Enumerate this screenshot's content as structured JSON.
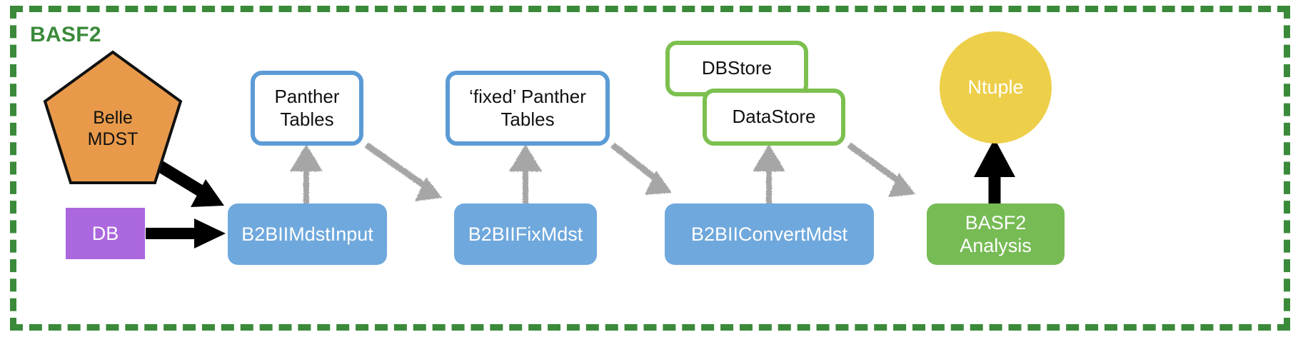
{
  "frame": {
    "title": "BASF2",
    "border_color": "#3a8a3a",
    "title_color": "#3a8a3a"
  },
  "nodes": {
    "belle_mdst": {
      "label": "Belle\nMDST",
      "shape": "pentagon",
      "fill": "#e89a4a",
      "stroke": "#111111",
      "text_color": "#111111"
    },
    "db": {
      "label": "DB",
      "shape": "rectangle",
      "fill": "#ab67de",
      "text_color": "#ffffff"
    },
    "panther_tables": {
      "label": "Panther\nTables",
      "shape": "rounded-outline",
      "stroke": "#5b9bd5",
      "fill": "#ffffff",
      "text_color": "#111111"
    },
    "fixed_panther_tables": {
      "label": "‘fixed’ Panther\nTables",
      "shape": "rounded-outline",
      "stroke": "#5b9bd5",
      "fill": "#ffffff",
      "text_color": "#111111"
    },
    "dbstore": {
      "label": "DBStore",
      "shape": "rounded-outline",
      "stroke": "#7cc04f",
      "fill": "#ffffff",
      "text_color": "#111111"
    },
    "datastore": {
      "label": "DataStore",
      "shape": "rounded-outline",
      "stroke": "#7cc04f",
      "fill": "#ffffff",
      "text_color": "#111111"
    },
    "ntuple": {
      "label": "Ntuple",
      "shape": "circle",
      "fill": "#edcf4a",
      "text_color": "#ffffff"
    },
    "mdst_input": {
      "label": "B2BIIMdstInput",
      "shape": "rounded-filled",
      "fill": "#6fa8dc",
      "text_color": "#ffffff"
    },
    "fix_mdst": {
      "label": "B2BIIFixMdst",
      "shape": "rounded-filled",
      "fill": "#6fa8dc",
      "text_color": "#ffffff"
    },
    "convert_mdst": {
      "label": "B2BIIConvertMdst",
      "shape": "rounded-filled",
      "fill": "#6fa8dc",
      "text_color": "#ffffff"
    },
    "basf2_analysis": {
      "label": "BASF2\nAnalysis",
      "shape": "rounded-filled",
      "fill": "#77bb55",
      "text_color": "#ffffff"
    }
  },
  "arrows": {
    "black_color": "#000000",
    "gray_color": "#a6a6a6",
    "edges": [
      {
        "name": "belle-mdst-to-mdst-input",
        "style": "black-thick"
      },
      {
        "name": "db-to-mdst-input",
        "style": "black-thick"
      },
      {
        "name": "mdst-input-to-panther-tables",
        "style": "gray-up"
      },
      {
        "name": "panther-tables-to-fix-mdst",
        "style": "gray-diagonal"
      },
      {
        "name": "fix-mdst-to-fixed-panther-tables",
        "style": "gray-up"
      },
      {
        "name": "fixed-panther-tables-to-convert-mdst",
        "style": "gray-diagonal"
      },
      {
        "name": "convert-mdst-to-datastore",
        "style": "gray-up"
      },
      {
        "name": "datastore-to-basf2-analysis",
        "style": "gray-diagonal"
      },
      {
        "name": "basf2-analysis-to-ntuple",
        "style": "black-thick"
      }
    ]
  }
}
